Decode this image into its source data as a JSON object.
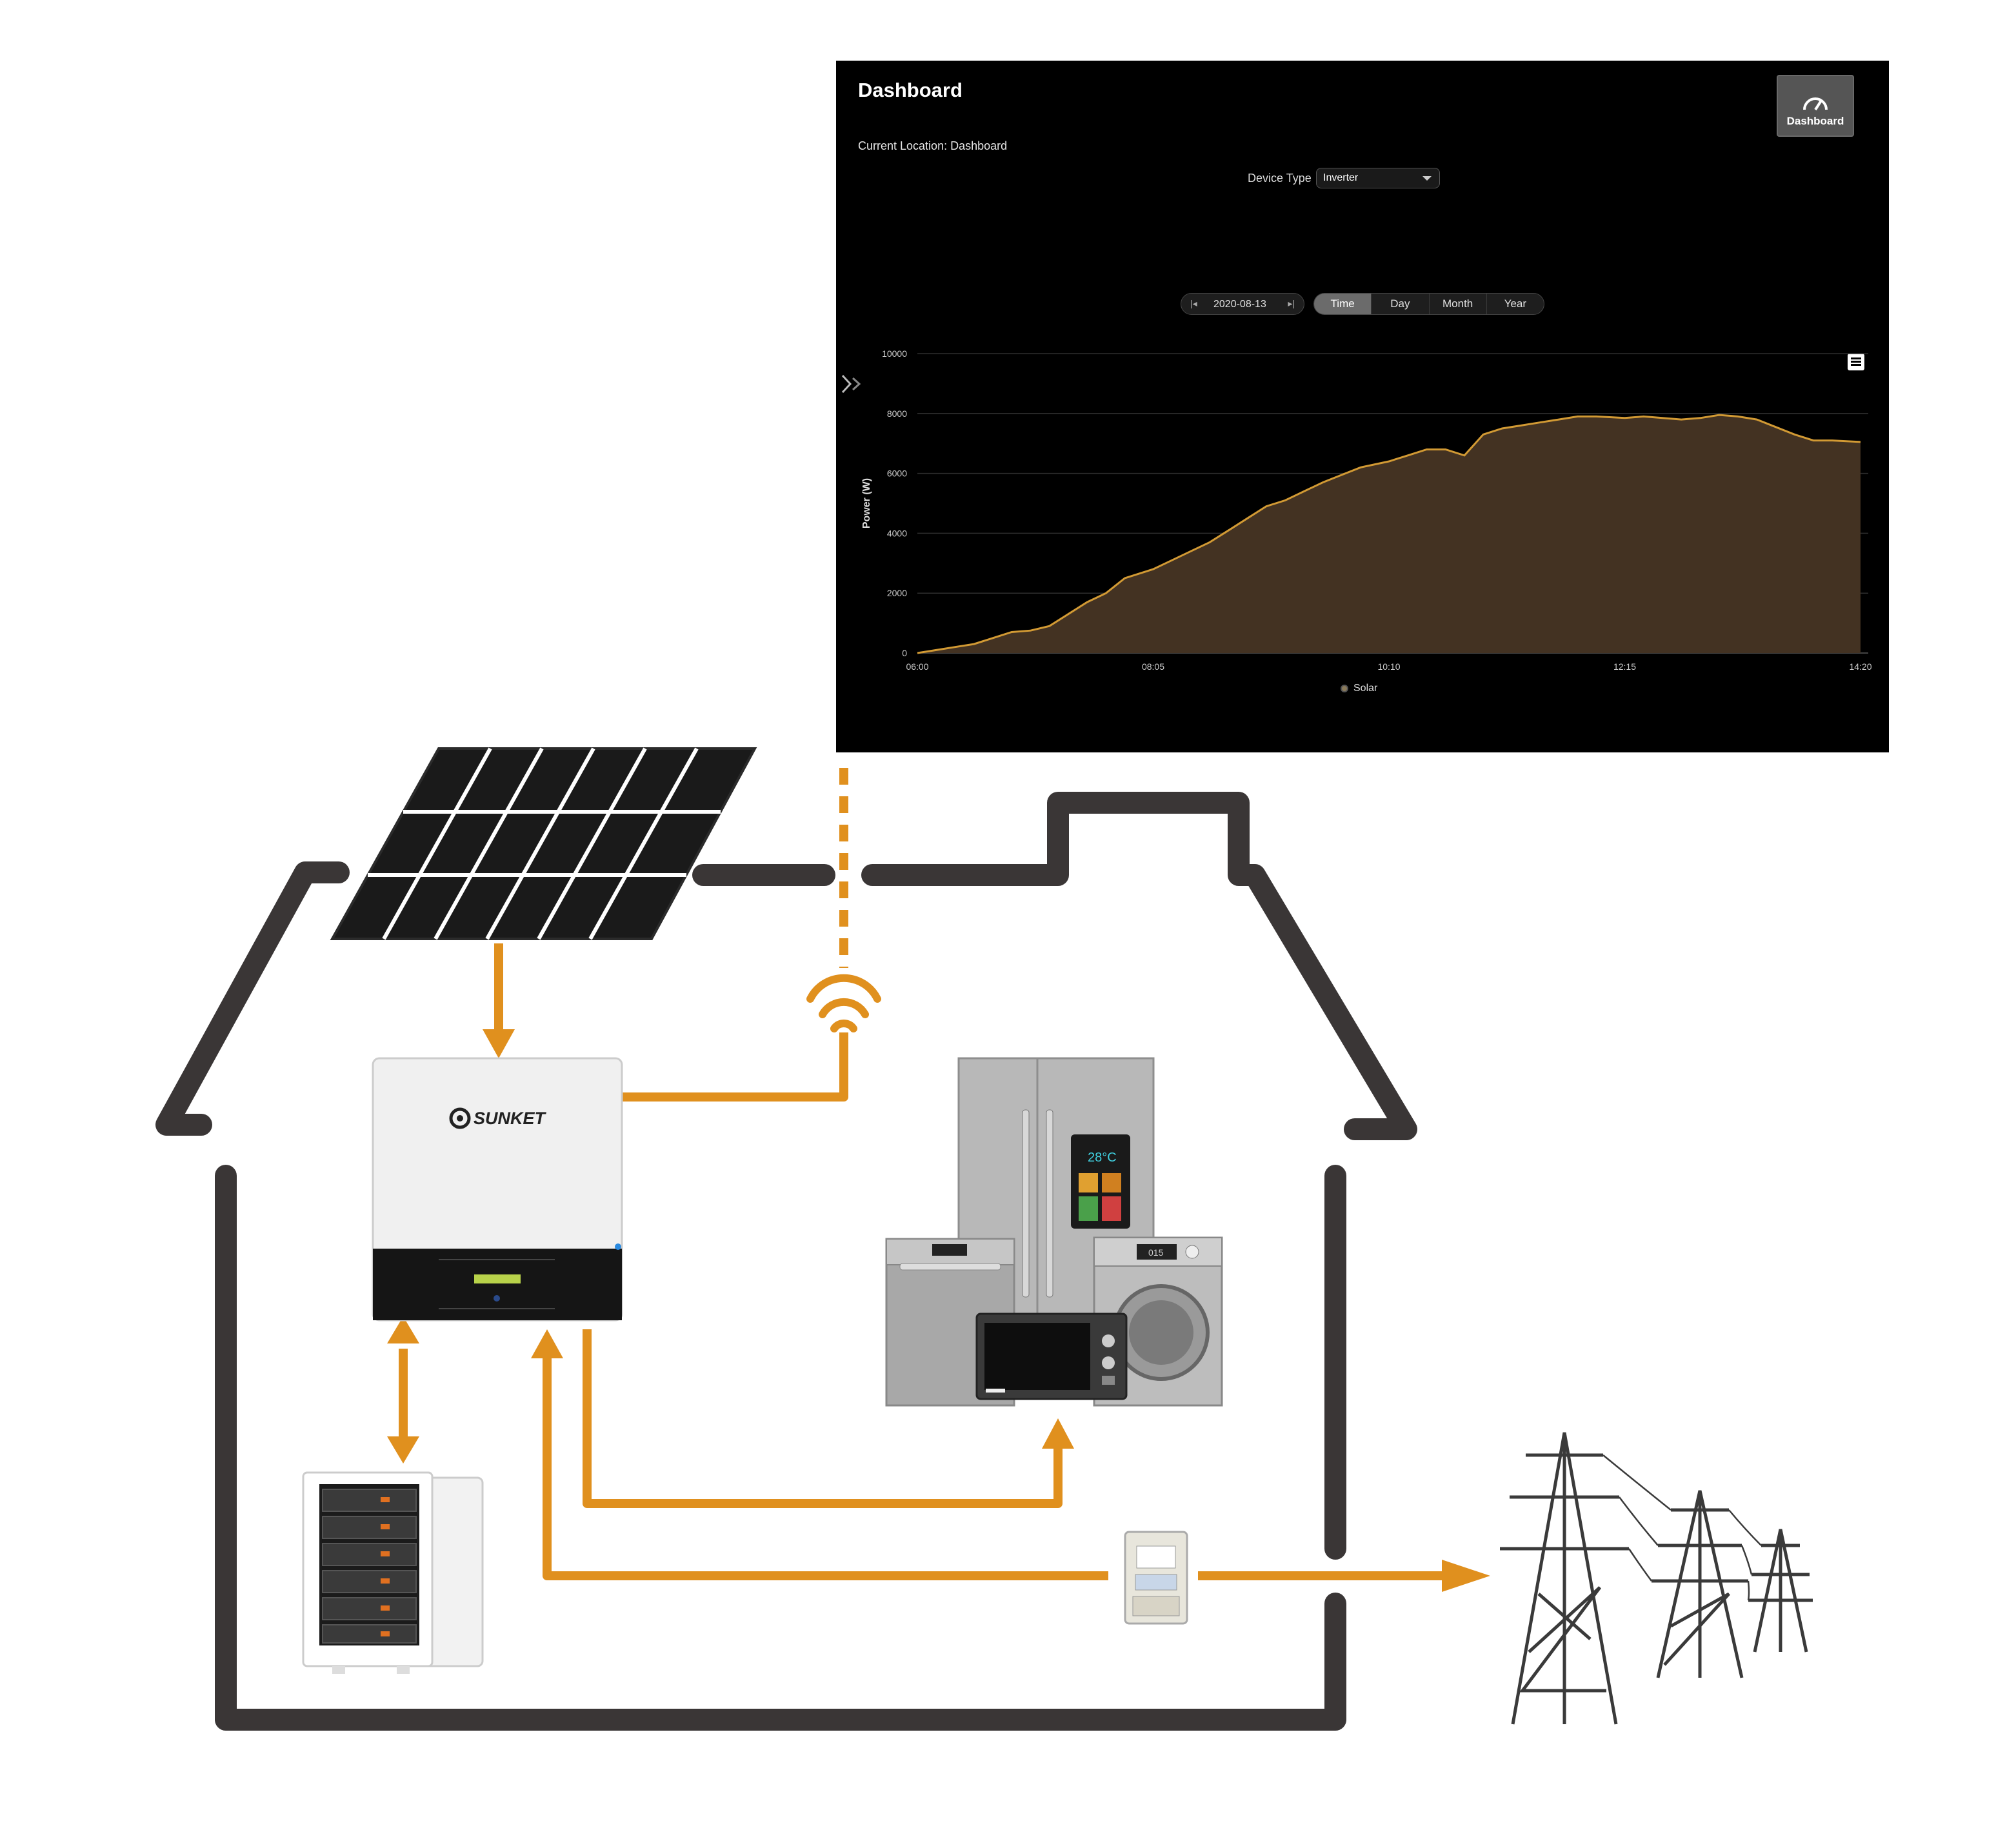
{
  "dashboard": {
    "title": "Dashboard",
    "location": "Current Location: Dashboard",
    "badge_label": "Dashboard",
    "device_type_label": "Device Type",
    "device_type_value": "Inverter",
    "date": "2020-08-13",
    "tabs": [
      {
        "label": "Time",
        "active": true
      },
      {
        "label": "Day",
        "active": false
      },
      {
        "label": "Month",
        "active": false
      },
      {
        "label": "Year",
        "active": false
      }
    ],
    "legend": "Solar"
  },
  "diagram": {
    "inverter_brand": "SUNKET",
    "appliance_display": "28°C",
    "washer_display": "015",
    "colors": {
      "flow": "#E0901E",
      "house": "#3A3636",
      "area_fill": "#433222",
      "line": "#D29A34"
    }
  },
  "chart_data": {
    "type": "area",
    "ylabel": "Power (W)",
    "xlabel": "",
    "ylim": [
      0,
      10000
    ],
    "yticks": [
      0,
      2000,
      4000,
      6000,
      8000,
      10000
    ],
    "xtick_labels": [
      "06:00",
      "08:05",
      "10:10",
      "12:15",
      "14:20"
    ],
    "series": [
      {
        "name": "Solar",
        "x": [
          "06:00",
          "06:10",
          "06:20",
          "06:30",
          "06:40",
          "06:50",
          "07:00",
          "07:10",
          "07:20",
          "07:30",
          "07:40",
          "07:50",
          "08:00",
          "08:05",
          "08:15",
          "08:25",
          "08:35",
          "08:45",
          "08:55",
          "09:05",
          "09:15",
          "09:25",
          "09:35",
          "09:45",
          "09:55",
          "10:10",
          "10:20",
          "10:30",
          "10:40",
          "10:50",
          "11:00",
          "11:10",
          "11:20",
          "11:30",
          "11:40",
          "11:50",
          "12:00",
          "12:15",
          "12:25",
          "12:35",
          "12:45",
          "12:55",
          "13:05",
          "13:15",
          "13:25",
          "13:35",
          "13:45",
          "13:55",
          "14:05",
          "14:20"
        ],
        "y": [
          0,
          100,
          200,
          300,
          500,
          700,
          750,
          900,
          1300,
          1700,
          2000,
          2500,
          2700,
          2800,
          3100,
          3400,
          3700,
          4100,
          4500,
          4900,
          5100,
          5400,
          5700,
          5950,
          6200,
          6400,
          6600,
          6800,
          6800,
          6600,
          7300,
          7500,
          7600,
          7700,
          7800,
          7900,
          7900,
          7850,
          7900,
          7850,
          7800,
          7850,
          7950,
          7900,
          7800,
          7550,
          7300,
          7100,
          7100,
          7050
        ]
      }
    ]
  }
}
